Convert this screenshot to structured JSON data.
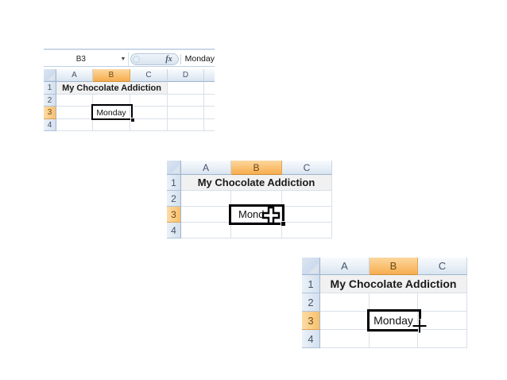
{
  "colors": {
    "grid_line": "#D9DFE9",
    "header_border": "#9EB6CE",
    "selected_header_orange": "#F7AD4E",
    "title_cell_bg": "#F1F1F1",
    "selection_border": "#000000"
  },
  "step1": {
    "formula_bar": {
      "name_box_value": "B3",
      "dropdown_icon": "▼",
      "fx_label": "fx",
      "formula_value": "Monday"
    },
    "columns": {
      "A": "A",
      "B": "B",
      "C": "C",
      "D": "D"
    },
    "rows": {
      "r1": "1",
      "r2": "2",
      "r3": "3",
      "r4": "4"
    },
    "title_text": "My Chocolate Addiction",
    "active_cell": {
      "ref": "B3",
      "text": "Monday"
    }
  },
  "step2": {
    "columns": {
      "A": "A",
      "B": "B",
      "C": "C"
    },
    "rows": {
      "r1": "1",
      "r2": "2",
      "r3": "3",
      "r4": "4"
    },
    "title_text": "My Chocolate Addiction",
    "active_cell": {
      "ref": "B3",
      "text": "Monday",
      "visible_text": "Mond"
    },
    "cursor": "cell-selection-cross"
  },
  "step3": {
    "columns": {
      "A": "A",
      "B": "B",
      "C": "C"
    },
    "rows": {
      "r1": "1",
      "r2": "2",
      "r3": "3",
      "r4": "4"
    },
    "title_text": "My Chocolate Addiction",
    "active_cell": {
      "ref": "B3",
      "text": "Monday"
    },
    "cursor": "fill-handle-cross"
  }
}
